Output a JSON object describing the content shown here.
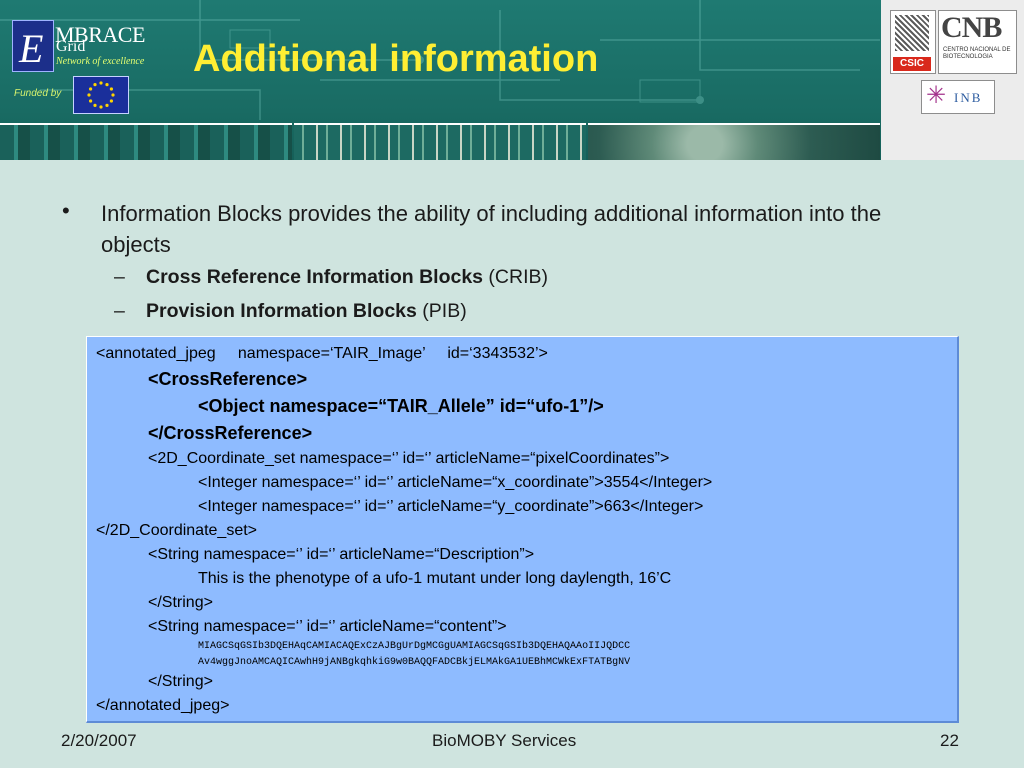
{
  "header": {
    "title": "Additional information",
    "brand": {
      "line1": "MBRACE",
      "line2": "Grid",
      "tagline": "Network of excellence",
      "mark": "E"
    },
    "funded_label": "Funded by",
    "logos": {
      "csic_label": "CSIC",
      "cnb_label": "CNB",
      "cnb_sub": "CENTRO NACIONAL DE BIOTECNOLOGIA",
      "inb_label": "INB"
    }
  },
  "content": {
    "bullet_text": "Information Blocks provides the ability of including additional information into the objects",
    "sub_items": [
      {
        "bold": "Cross Reference Information Blocks",
        "rest": " (CRIB)"
      },
      {
        "bold": "Provision Information Blocks",
        "rest": " (PIB)"
      }
    ]
  },
  "code": {
    "l1": "<annotated_jpeg     namespace=‘TAIR_Image’     id=‘3343532’>",
    "l2": "<CrossReference>",
    "l3": "<Object namespace=“TAIR_Allele” id=“ufo-1”/>",
    "l4": "</CrossReference>",
    "l5": "<2D_Coordinate_set namespace=‘’ id=‘’ articleName=“pixelCoordinates”>",
    "l6": "<Integer namespace=‘’ id=‘’ articleName=“x_coordinate”>3554</Integer>",
    "l7": "<Integer namespace=‘’ id=‘’ articleName=“y_coordinate”>663</Integer>",
    "l8": "</2D_Coordinate_set>",
    "l9": "<String namespace=‘’ id=‘’ articleName=“Description”>",
    "l10": "This is the phenotype of a ufo-1 mutant under long daylength, 16’C",
    "l11": "</String>",
    "l12": "<String namespace=‘’ id=‘’ articleName=“content”>",
    "l13": "MIAGCSqGSIb3DQEHAqCAMIACAQExCzAJBgUrDgMCGgUAMIAGCSqGSIb3DQEHAQAAoIIJQDCC",
    "l14": "Av4wggJnoAMCAQICAwhH9jANBgkqhkiG9w0BAQQFADCBkjELMAkGA1UEBhMCWkExFTATBgNV",
    "l15": "</String>",
    "l16": "</annotated_jpeg>"
  },
  "footer": {
    "date": "2/20/2007",
    "center": "BioMOBY Services",
    "page": "22"
  },
  "colors": {
    "header_bg": "#1b7068",
    "title": "#ffee33",
    "slide_bg": "#cfe4df",
    "code_bg": "#8ebbff"
  }
}
